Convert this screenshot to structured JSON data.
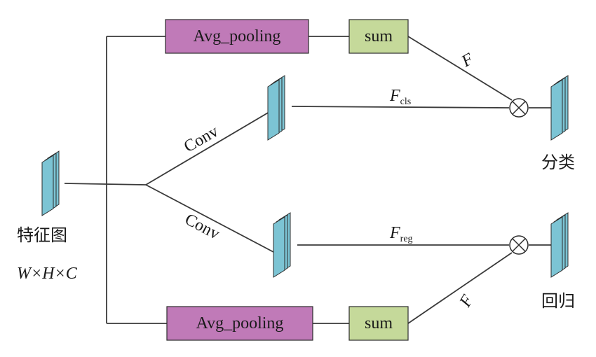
{
  "diagram": {
    "input": {
      "label": "特征图",
      "dims": "W×H×C"
    },
    "top_branch": {
      "pool_label": "Avg_pooling",
      "sum_label": "sum",
      "edge_label": "F"
    },
    "bottom_branch": {
      "pool_label": "Avg_pooling",
      "sum_label": "sum",
      "edge_label": "F"
    },
    "cls_branch": {
      "conv_label": "Conv",
      "feature_label": "F",
      "feature_sub": "cls",
      "output_label": "分类"
    },
    "reg_branch": {
      "conv_label": "Conv",
      "feature_label": "F",
      "feature_sub": "reg",
      "output_label": "回归"
    },
    "colors": {
      "pool_fill": "#c07ab8",
      "sum_fill": "#c5d99a",
      "feature_fill": "#7cc4d4",
      "line": "#3a3a3a"
    },
    "operator_symbol": "⊗"
  }
}
